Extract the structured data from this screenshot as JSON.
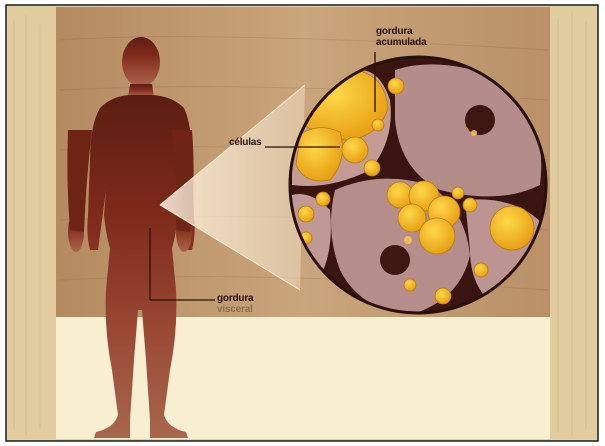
{
  "labels": {
    "accumulated_fat_line1": "gordura",
    "accumulated_fat_line2": "acumulada",
    "cells": "células",
    "visceral_fat_line1": "gordura",
    "visceral_fat_line2": "visceral"
  },
  "colors": {
    "background_top": "#c29e74",
    "background_bottom": "#f7efcf",
    "border_panel": "#e3d2a7",
    "silhouette": "#8a2f20",
    "cell_membrane": "#b58d8a",
    "fat_droplet": "#f2b419",
    "nucleus": "#3f1712",
    "circle_outline": "#2a100a"
  }
}
